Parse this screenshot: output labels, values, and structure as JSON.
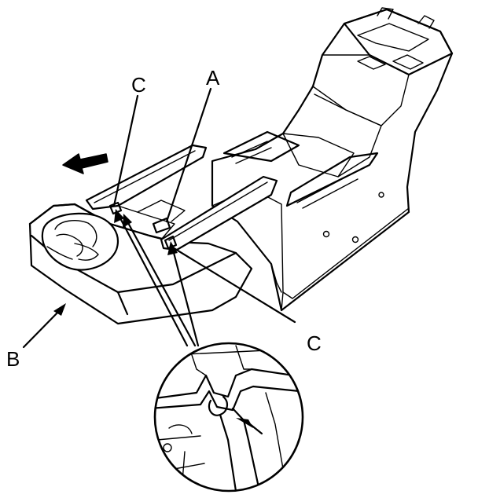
{
  "labels": {
    "a": "A",
    "b": "B",
    "c_left": "C",
    "c_right": "C"
  },
  "icons": {
    "direction_arrow": "direction-arrow",
    "detail_magnifier": "detail-magnifier"
  },
  "colors": {
    "ink": "#000000",
    "paper": "#ffffff"
  }
}
